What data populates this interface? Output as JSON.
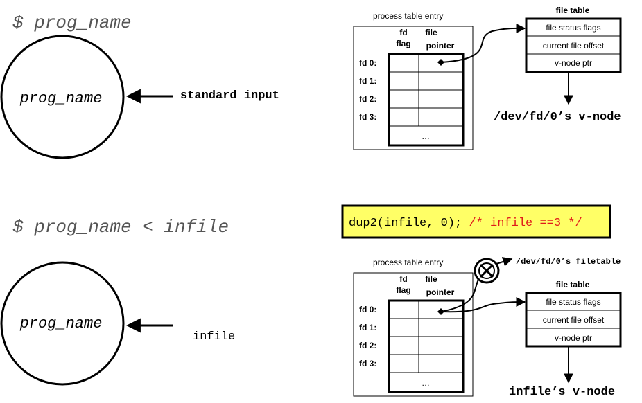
{
  "top": {
    "command": "$ prog_name",
    "process_label": "prog_name",
    "input_label": "standard input",
    "pte": {
      "title": "process table entry",
      "col_fd_flag_1": "fd",
      "col_fd_flag_2": "flag",
      "col_ptr_1": "file",
      "col_ptr_2": "pointer",
      "rows": [
        "fd 0:",
        "fd 1:",
        "fd 2:",
        "fd 3:"
      ],
      "ellipsis": "…"
    },
    "file_table": {
      "title": "file table",
      "rows": [
        "file status flags",
        "current file offset",
        "v-node ptr"
      ]
    },
    "vnode_label": "/dev/fd/0’s v-node"
  },
  "bottom": {
    "command": "$ prog_name < infile",
    "process_label": "prog_name",
    "input_label": "infile",
    "code": {
      "call": "dup2(infile, 0); ",
      "comment": "/* infile ==3 */",
      "box_color": "#ffff66",
      "comment_color": "#e01b1b"
    },
    "removed_label": "/dev/fd/0’s filetable",
    "pte": {
      "title": "process table entry",
      "col_fd_flag_1": "fd",
      "col_fd_flag_2": "flag",
      "col_ptr_1": "file",
      "col_ptr_2": "pointer",
      "rows": [
        "fd 0:",
        "fd 1:",
        "fd 2:",
        "fd 3:"
      ],
      "ellipsis": "…"
    },
    "file_table": {
      "title": "file table",
      "rows": [
        "file status flags",
        "current file offset",
        "v-node ptr"
      ]
    },
    "vnode_label": "infile’s v-node"
  }
}
